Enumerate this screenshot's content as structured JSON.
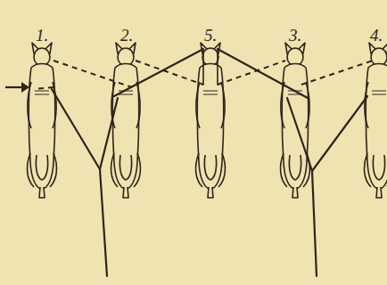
{
  "diagram": {
    "labels": [
      "1.",
      "2.",
      "5.",
      "3.",
      "4."
    ]
  }
}
